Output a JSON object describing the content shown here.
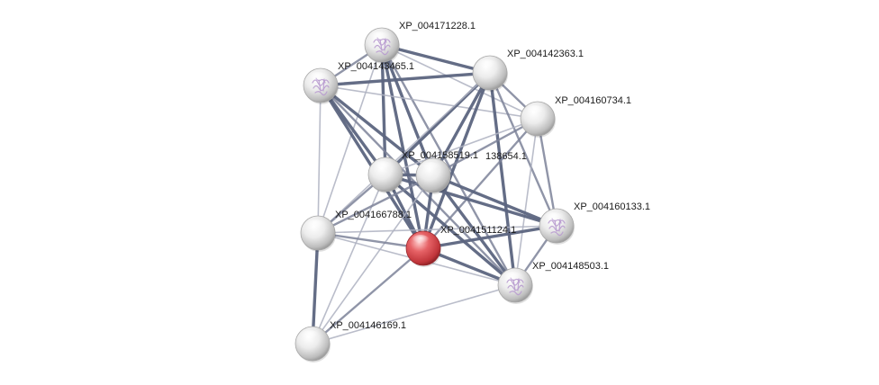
{
  "network": {
    "query_node": "XP_004151124.1",
    "nodes": [
      {
        "id": "XP_004171228.1",
        "label": "XP_004171228.1",
        "query": false,
        "structure_icon": true
      },
      {
        "id": "XP_004143465.1",
        "label": "XP_004143465.1",
        "query": false,
        "structure_icon": true
      },
      {
        "id": "XP_004142363.1",
        "label": "XP_004142363.1",
        "query": false,
        "structure_icon": false
      },
      {
        "id": "XP_004160734.1",
        "label": "XP_004160734.1",
        "query": false,
        "structure_icon": false
      },
      {
        "id": "XP_004158519.1",
        "label": "XP_004158519.1",
        "query": false,
        "structure_icon": false
      },
      {
        "id": "XP_004138654.1",
        "label": "138654.1",
        "query": false,
        "structure_icon": false
      },
      {
        "id": "XP_004166788.1",
        "label": "XP_004166788.1",
        "query": false,
        "structure_icon": false
      },
      {
        "id": "XP_004151124.1",
        "label": "XP_004151124.1",
        "query": true,
        "structure_icon": false
      },
      {
        "id": "XP_004160133.1",
        "label": "XP_004160133.1",
        "query": false,
        "structure_icon": true
      },
      {
        "id": "XP_004148503.1",
        "label": "XP_004148503.1",
        "query": false,
        "structure_icon": true
      },
      {
        "id": "XP_004146169.1",
        "label": "XP_004146169.1",
        "query": false,
        "structure_icon": false
      }
    ],
    "edges": [
      {
        "source": "XP_004171228.1",
        "target": "XP_004142363.1",
        "strength": "strong"
      },
      {
        "source": "XP_004171228.1",
        "target": "XP_004143465.1",
        "strength": "medium"
      },
      {
        "source": "XP_004171228.1",
        "target": "XP_004158519.1",
        "strength": "strong"
      },
      {
        "source": "XP_004171228.1",
        "target": "XP_004138654.1",
        "strength": "strong"
      },
      {
        "source": "XP_004171228.1",
        "target": "XP_004151124.1",
        "strength": "strong"
      },
      {
        "source": "XP_004171228.1",
        "target": "XP_004148503.1",
        "strength": "medium"
      },
      {
        "source": "XP_004171228.1",
        "target": "XP_004166788.1",
        "strength": "weak"
      },
      {
        "source": "XP_004171228.1",
        "target": "XP_004160734.1",
        "strength": "weak"
      },
      {
        "source": "XP_004143465.1",
        "target": "XP_004142363.1",
        "strength": "strong"
      },
      {
        "source": "XP_004143465.1",
        "target": "XP_004158519.1",
        "strength": "strong"
      },
      {
        "source": "XP_004143465.1",
        "target": "XP_004138654.1",
        "strength": "strong"
      },
      {
        "source": "XP_004143465.1",
        "target": "XP_004151124.1",
        "strength": "strong"
      },
      {
        "source": "XP_004143465.1",
        "target": "XP_004148503.1",
        "strength": "medium"
      },
      {
        "source": "XP_004143465.1",
        "target": "XP_004166788.1",
        "strength": "weak"
      },
      {
        "source": "XP_004143465.1",
        "target": "XP_004160734.1",
        "strength": "weak"
      },
      {
        "source": "XP_004142363.1",
        "target": "XP_004158519.1",
        "strength": "strong"
      },
      {
        "source": "XP_004142363.1",
        "target": "XP_004138654.1",
        "strength": "strong"
      },
      {
        "source": "XP_004142363.1",
        "target": "XP_004151124.1",
        "strength": "strong"
      },
      {
        "source": "XP_004142363.1",
        "target": "XP_004148503.1",
        "strength": "strong"
      },
      {
        "source": "XP_004142363.1",
        "target": "XP_004160734.1",
        "strength": "medium"
      },
      {
        "source": "XP_004142363.1",
        "target": "XP_004166788.1",
        "strength": "weak"
      },
      {
        "source": "XP_004142363.1",
        "target": "XP_004160133.1",
        "strength": "medium"
      },
      {
        "source": "XP_004160734.1",
        "target": "XP_004158519.1",
        "strength": "weak"
      },
      {
        "source": "XP_004160734.1",
        "target": "XP_004138654.1",
        "strength": "medium"
      },
      {
        "source": "XP_004160734.1",
        "target": "XP_004151124.1",
        "strength": "medium"
      },
      {
        "source": "XP_004160734.1",
        "target": "XP_004148503.1",
        "strength": "weak"
      },
      {
        "source": "XP_004160734.1",
        "target": "XP_004160133.1",
        "strength": "medium"
      },
      {
        "source": "XP_004158519.1",
        "target": "XP_004138654.1",
        "strength": "strong"
      },
      {
        "source": "XP_004158519.1",
        "target": "XP_004151124.1",
        "strength": "strong"
      },
      {
        "source": "XP_004158519.1",
        "target": "XP_004160133.1",
        "strength": "strong"
      },
      {
        "source": "XP_004158519.1",
        "target": "XP_004148503.1",
        "strength": "strong"
      },
      {
        "source": "XP_004158519.1",
        "target": "XP_004166788.1",
        "strength": "medium"
      },
      {
        "source": "XP_004158519.1",
        "target": "XP_004146169.1",
        "strength": "weak"
      },
      {
        "source": "XP_004138654.1",
        "target": "XP_004151124.1",
        "strength": "strong"
      },
      {
        "source": "XP_004138654.1",
        "target": "XP_004160133.1",
        "strength": "strong"
      },
      {
        "source": "XP_004138654.1",
        "target": "XP_004148503.1",
        "strength": "strong"
      },
      {
        "source": "XP_004138654.1",
        "target": "XP_004166788.1",
        "strength": "medium"
      },
      {
        "source": "XP_004138654.1",
        "target": "XP_004146169.1",
        "strength": "weak"
      },
      {
        "source": "XP_004166788.1",
        "target": "XP_004151124.1",
        "strength": "medium"
      },
      {
        "source": "XP_004166788.1",
        "target": "XP_004146169.1",
        "strength": "strong"
      },
      {
        "source": "XP_004166788.1",
        "target": "XP_004148503.1",
        "strength": "weak"
      },
      {
        "source": "XP_004166788.1",
        "target": "XP_004160133.1",
        "strength": "weak"
      },
      {
        "source": "XP_004151124.1",
        "target": "XP_004160133.1",
        "strength": "strong"
      },
      {
        "source": "XP_004151124.1",
        "target": "XP_004148503.1",
        "strength": "strong"
      },
      {
        "source": "XP_004151124.1",
        "target": "XP_004146169.1",
        "strength": "medium"
      },
      {
        "source": "XP_004160133.1",
        "target": "XP_004148503.1",
        "strength": "medium"
      },
      {
        "source": "XP_004148503.1",
        "target": "XP_004146169.1",
        "strength": "weak"
      }
    ],
    "colors": {
      "edge_strong": "#5c6580",
      "edge_medium": "#7d8399",
      "edge_weak": "#aeb2c1",
      "node_default": "#e6e6e6",
      "node_query": "#d9484c",
      "structure_icon": "#b89bcf"
    }
  }
}
